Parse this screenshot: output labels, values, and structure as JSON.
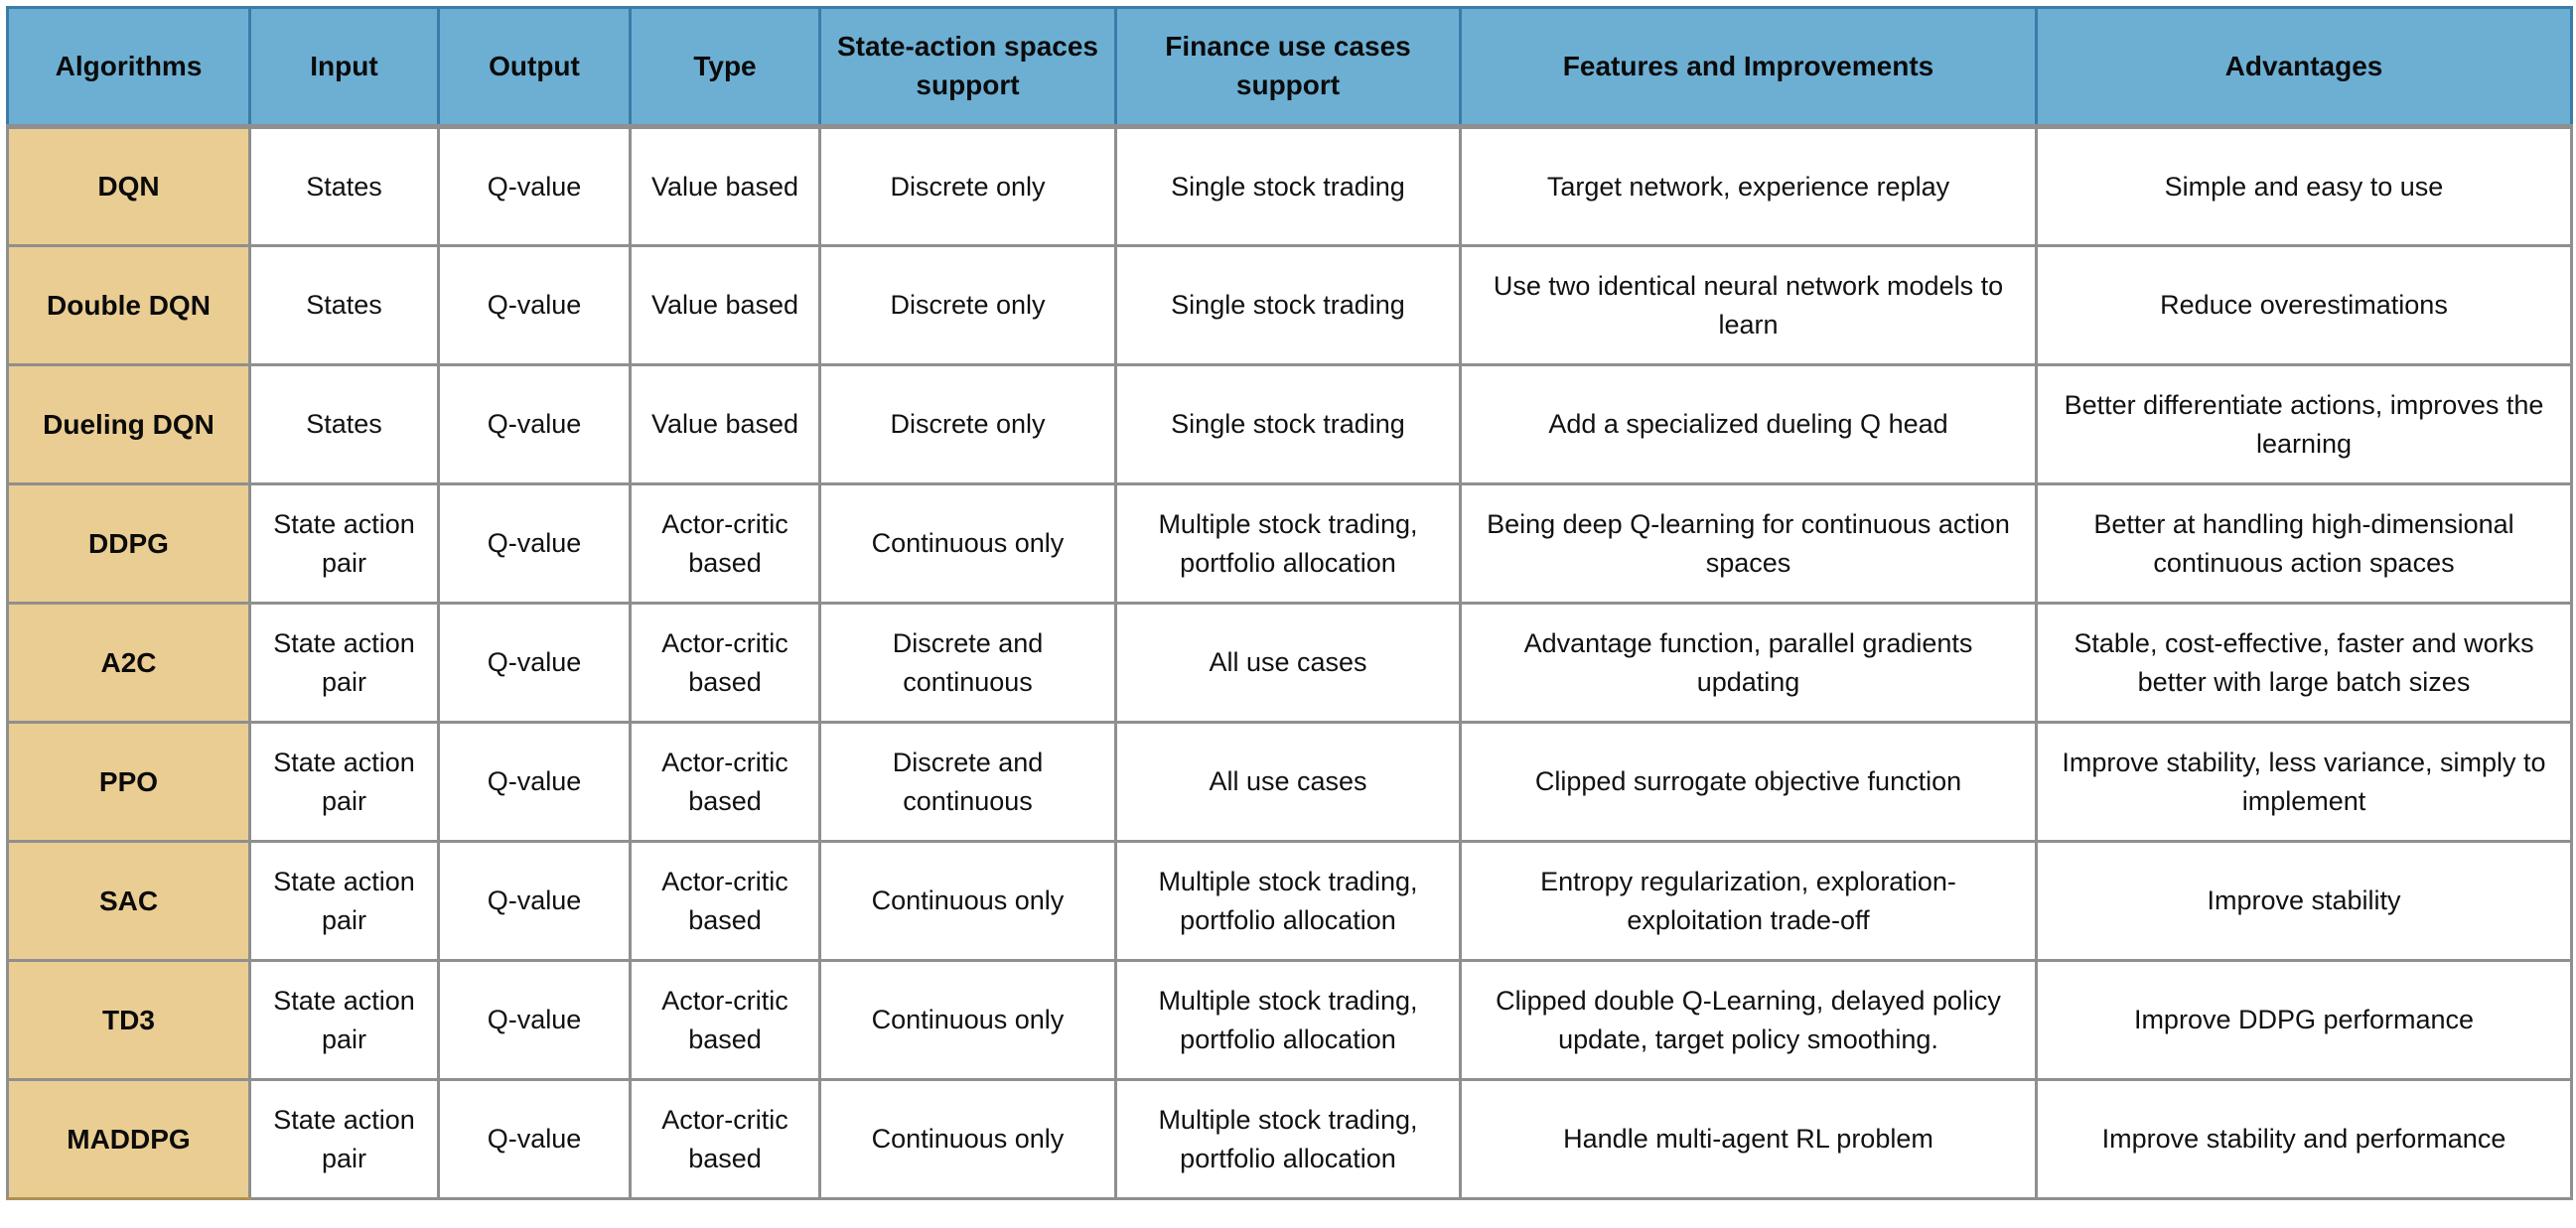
{
  "colors": {
    "header_bg": "#6cafd3",
    "header_border": "#3a7ca9",
    "algorithm_col_bg": "#eacd92",
    "grid_border": "#8f8f8f",
    "text": "#111111"
  },
  "table": {
    "columns": [
      "Algorithms",
      "Input",
      "Output",
      "Type",
      "State-action spaces support",
      "Finance use cases support",
      "Features and Improvements",
      "Advantages"
    ],
    "rows": [
      {
        "algorithm": "DQN",
        "input": "States",
        "output": "Q-value",
        "type": "Value based",
        "state_action": "Discrete only",
        "finance": "Single stock trading",
        "features": "Target network, experience replay",
        "advantages": "Simple and easy to use"
      },
      {
        "algorithm": "Double DQN",
        "input": "States",
        "output": "Q-value",
        "type": "Value based",
        "state_action": "Discrete only",
        "finance": "Single stock trading",
        "features": "Use two identical neural network models to learn",
        "advantages": "Reduce overestimations"
      },
      {
        "algorithm": "Dueling DQN",
        "input": "States",
        "output": "Q-value",
        "type": "Value based",
        "state_action": "Discrete only",
        "finance": "Single stock trading",
        "features": "Add a specialized dueling Q head",
        "advantages": "Better differentiate actions, improves the learning"
      },
      {
        "algorithm": "DDPG",
        "input": "State action pair",
        "output": "Q-value",
        "type": "Actor-critic based",
        "state_action": "Continuous only",
        "finance": "Multiple stock trading, portfolio allocation",
        "features": "Being deep Q-learning for continuous action spaces",
        "advantages": "Better at handling high-dimensional continuous action spaces"
      },
      {
        "algorithm": "A2C",
        "input": "State action pair",
        "output": "Q-value",
        "type": "Actor-critic based",
        "state_action": "Discrete and continuous",
        "finance": "All use cases",
        "features": "Advantage function, parallel gradients updating",
        "advantages": "Stable, cost-effective, faster and works better with large batch sizes"
      },
      {
        "algorithm": "PPO",
        "input": "State action pair",
        "output": "Q-value",
        "type": "Actor-critic based",
        "state_action": "Discrete and continuous",
        "finance": "All use cases",
        "features": "Clipped surrogate objective function",
        "advantages": "Improve stability, less variance, simply to implement"
      },
      {
        "algorithm": "SAC",
        "input": "State action pair",
        "output": "Q-value",
        "type": "Actor-critic based",
        "state_action": "Continuous only",
        "finance": "Multiple stock trading, portfolio allocation",
        "features": "Entropy regularization, exploration-exploitation trade-off",
        "advantages": "Improve stability"
      },
      {
        "algorithm": "TD3",
        "input": "State action pair",
        "output": "Q-value",
        "type": "Actor-critic based",
        "state_action": "Continuous only",
        "finance": "Multiple stock trading, portfolio allocation",
        "features": "Clipped double Q-Learning, delayed policy update, target policy smoothing.",
        "advantages": "Improve DDPG performance"
      },
      {
        "algorithm": "MADDPG",
        "input": "State action pair",
        "output": "Q-value",
        "type": "Actor-critic based",
        "state_action": "Continuous only",
        "finance": "Multiple stock trading, portfolio allocation",
        "features": "Handle multi-agent RL problem",
        "advantages": "Improve stability and performance"
      }
    ]
  }
}
